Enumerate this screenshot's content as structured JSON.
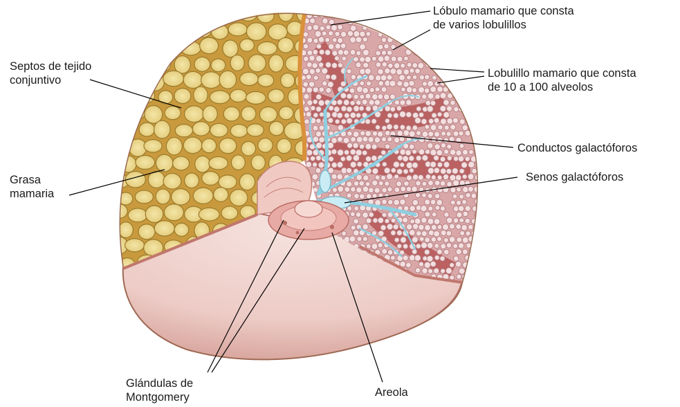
{
  "labels": {
    "lobulo_mamario": [
      "Lóbulo mamario que consta",
      "de varios lobulillos"
    ],
    "lobulillo_mamario": [
      "Lobulillo mamario que consta",
      "de 10 a 100 alveolos"
    ],
    "septos": [
      "Septos de tejido",
      "conjuntivo"
    ],
    "conductos": [
      "Conductos galactóforos"
    ],
    "grasa": [
      "Grasa",
      "mamaria"
    ],
    "senos": [
      "Senos galactóforos"
    ],
    "glandulas": [
      "Glándulas de",
      "Montgomery"
    ],
    "areola": [
      "Areola"
    ]
  },
  "colors": {
    "fat_fill": "#e9d68c",
    "fat_stroke": "#9a7a2c",
    "septa": "#c79a3e",
    "gland_tissue": "#ecc9cb",
    "lobule_dark": "#b04a4a",
    "ducts": "#8ecfe0",
    "skin": "#f1d6d2",
    "skin_edge": "#b06b63",
    "areola": "#d98c86",
    "leader_line": "#000000"
  }
}
